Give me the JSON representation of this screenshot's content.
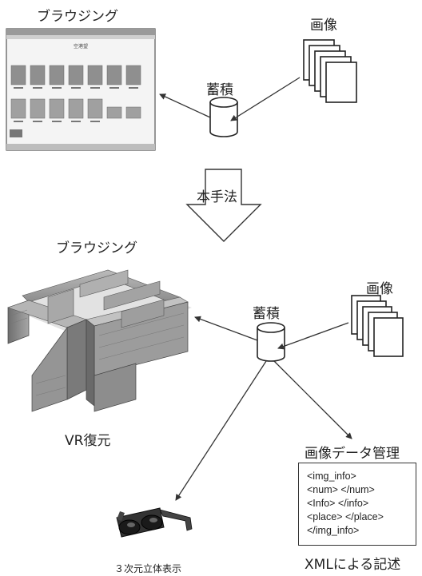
{
  "top": {
    "browsing_label": "ブラウジング",
    "images_label": "画像",
    "storage_label": "蓄積",
    "screenshot_title": "空港望"
  },
  "method_label": "本手法",
  "bottom": {
    "browsing_label": "ブラウジング",
    "images_label": "画像",
    "storage_label": "蓄積",
    "vr_label": "VR復元",
    "data_mgmt_label": "画像データ管理",
    "xml_lines": [
      "<img_info>",
      "<num> </num>",
      "<Info> </info>",
      "<place> </place>",
      "</img_info>"
    ],
    "xml_caption": "XMLによる記述",
    "stereo_label": "３次元立体表示"
  }
}
